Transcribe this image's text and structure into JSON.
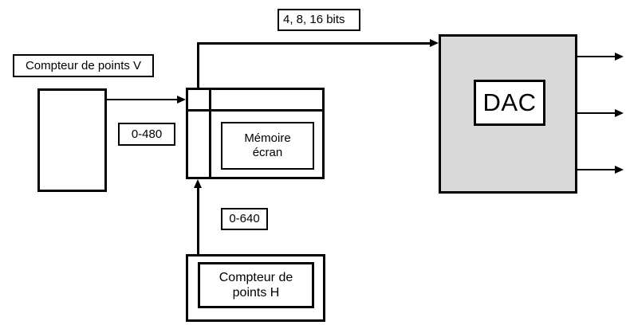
{
  "labels": {
    "bits": "4, 8, 16 bits",
    "counter_v": "Compteur de points V",
    "range_v": "0-480",
    "memory": [
      "Mémoire",
      "écran"
    ],
    "range_h": "0-640",
    "counter_h": [
      "Compteur de",
      "points H"
    ],
    "dac": "DAC"
  },
  "colors": {
    "stroke": "#000000",
    "dac_fill": "#d9d9d9",
    "background": "#ffffff"
  }
}
